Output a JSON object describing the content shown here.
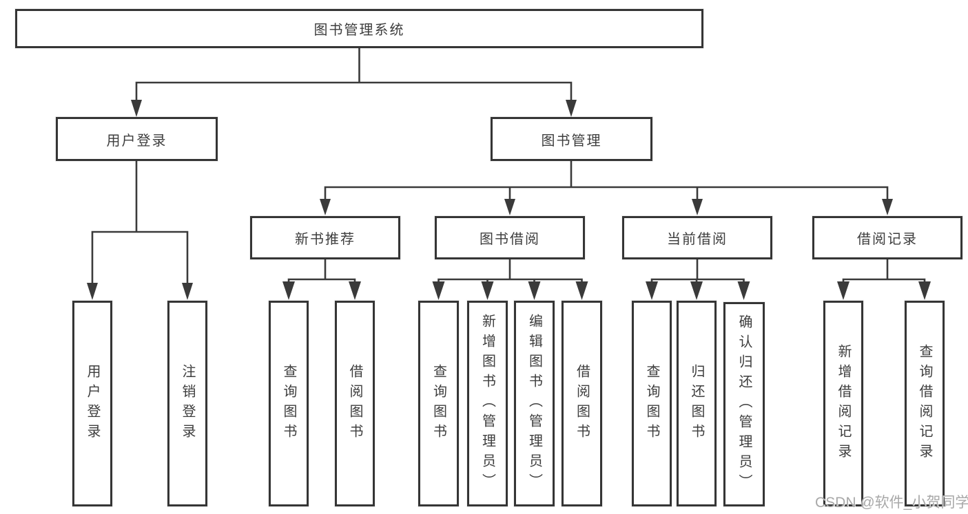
{
  "style": {
    "background": "#ffffff",
    "box_fill": "#ffffff",
    "box_border_color": "#353535",
    "line_color": "#3a3a3a",
    "text_color": "#3d3d3d",
    "watermark_color": "#a8a8a8"
  },
  "watermark": {
    "text": "CSDN @软件_小贺同学"
  },
  "diagram_type": "hierarchy-tree",
  "nodes": {
    "root": {
      "label": "图书管理系统"
    },
    "login": {
      "label": "用户登录",
      "children": [
        {
          "label": "用户登录"
        },
        {
          "label": "注销登录"
        }
      ]
    },
    "management": {
      "label": "图书管理",
      "children": [
        {
          "label": "新书推荐",
          "children": [
            {
              "label": "查询图书"
            },
            {
              "label": "借阅图书"
            }
          ]
        },
        {
          "label": "图书借阅",
          "children": [
            {
              "label": "查询图书"
            },
            {
              "label": "新增图书（管理员）"
            },
            {
              "label": "编辑图书（管理员）"
            },
            {
              "label": "借阅图书"
            }
          ]
        },
        {
          "label": "当前借阅",
          "children": [
            {
              "label": "查询图书"
            },
            {
              "label": "归还图书"
            },
            {
              "label": "确认归还（管理员）"
            }
          ]
        },
        {
          "label": "借阅记录",
          "children": [
            {
              "label": "新增借阅记录"
            },
            {
              "label": "查询借阅记录"
            }
          ]
        }
      ]
    }
  }
}
